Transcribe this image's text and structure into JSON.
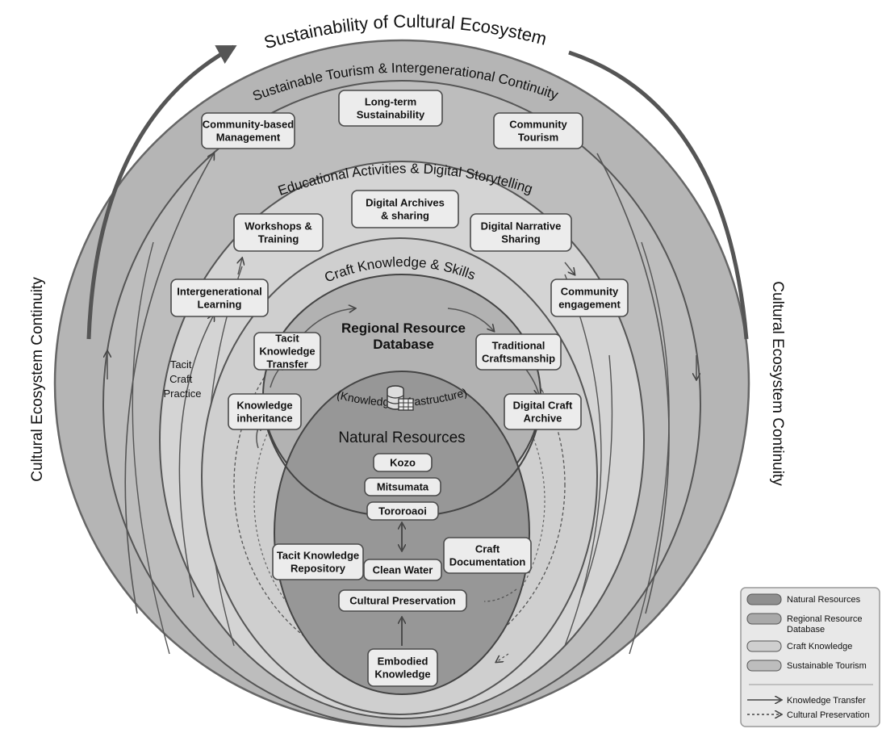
{
  "title": "Sustainability of Cultural Ecosystem",
  "side_left": "Cultural Ecosystem Continuity",
  "side_right": "Cultural Ecosystem Continuity",
  "layers": {
    "tourism": "Sustainable Tourism & Intergenerational Continuity",
    "education": "Educational Activities & Digital Storytelling",
    "craft": "Craft Knowledge & Skills",
    "database": {
      "line1": "Regional Resource",
      "line2": "Database",
      "line3": "(Knowledge Infrastructure)"
    },
    "natural": "Natural Resources"
  },
  "boxes": {
    "community_based": [
      "Community-based",
      "Management"
    ],
    "long_term": [
      "Long-term",
      "Sustainability"
    ],
    "community_tourism": [
      "Community",
      "Tourism"
    ],
    "workshops": [
      "Workshops &",
      "Training"
    ],
    "digital_archives": [
      "Digital Archives",
      "& sharing"
    ],
    "digital_narrative": [
      "Digital Narrative",
      "Sharing"
    ],
    "intergenerational": [
      "Intergenerational",
      "Learning"
    ],
    "community_engagement": [
      "Community",
      "engagement"
    ],
    "tacit_transfer": [
      "Tacit",
      "Knowledge",
      "Transfer"
    ],
    "traditional_craft": [
      "Traditional",
      "Craftsmanship"
    ],
    "knowledge_inheritance": [
      "Knowledge",
      "inheritance"
    ],
    "digital_craft_archive": [
      "Digital Craft",
      "Archive"
    ],
    "kozo": [
      "Kozo"
    ],
    "mitsumata": [
      "Mitsumata"
    ],
    "tororoaoi": [
      "Tororoaoi"
    ],
    "tacit_repository": [
      "Tacit Knowledge",
      "Repository"
    ],
    "clean_water": [
      "Clean Water"
    ],
    "craft_documentation": [
      "Craft",
      "Documentation"
    ],
    "cultural_preservation": [
      "Cultural Preservation"
    ],
    "embodied_knowledge": [
      "Embodied",
      "Knowledge"
    ]
  },
  "tacit_craft_practice": [
    "Tacit",
    "Craft",
    "Practice"
  ],
  "legend": {
    "items": [
      {
        "label": [
          "Natural Resources"
        ],
        "color": "#8f8f8f"
      },
      {
        "label": [
          "Regional Resource",
          "Database"
        ],
        "color": "#a9a9a9"
      },
      {
        "label": [
          "Craft Knowledge"
        ],
        "color": "#cfcfcf"
      },
      {
        "label": [
          "Sustainable Tourism"
        ],
        "color": "#bdbdbd"
      }
    ],
    "knowledge_transfer": "Knowledge Transfer",
    "cultural_preservation": "Cultural Preservation"
  },
  "colors": {
    "outer_ring": "#b8b8b8",
    "tourism_ring": "#bcbcbc",
    "education_ring": "#d3d3d3",
    "craft_ring": "#cdcdcd",
    "database": "#b3b3b3",
    "natural": "#979797",
    "box_fill": "#ececec"
  }
}
